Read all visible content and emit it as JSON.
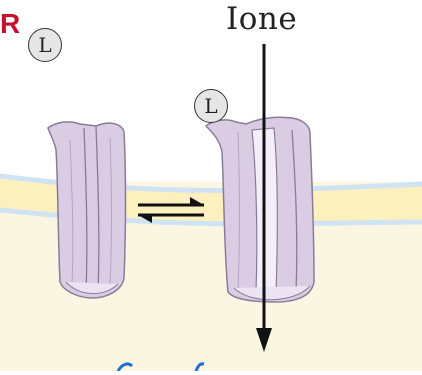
{
  "labels": {
    "receptor_letter": "R",
    "ion": "Ione",
    "ligand_free": "L",
    "ligand_bound": "L"
  },
  "colors": {
    "cytoplasm": "#fbf6e2",
    "membrane_band": "#fdf0bf",
    "membrane_edge": "#cfe3f3",
    "channel_fill": "#d9cce3",
    "channel_stroke": "#8a7c98",
    "receptor_letter": "#c8102e"
  },
  "icons": {
    "equilibrium": "equilibrium-arrows-icon",
    "ion_flow": "down-arrow-icon"
  }
}
